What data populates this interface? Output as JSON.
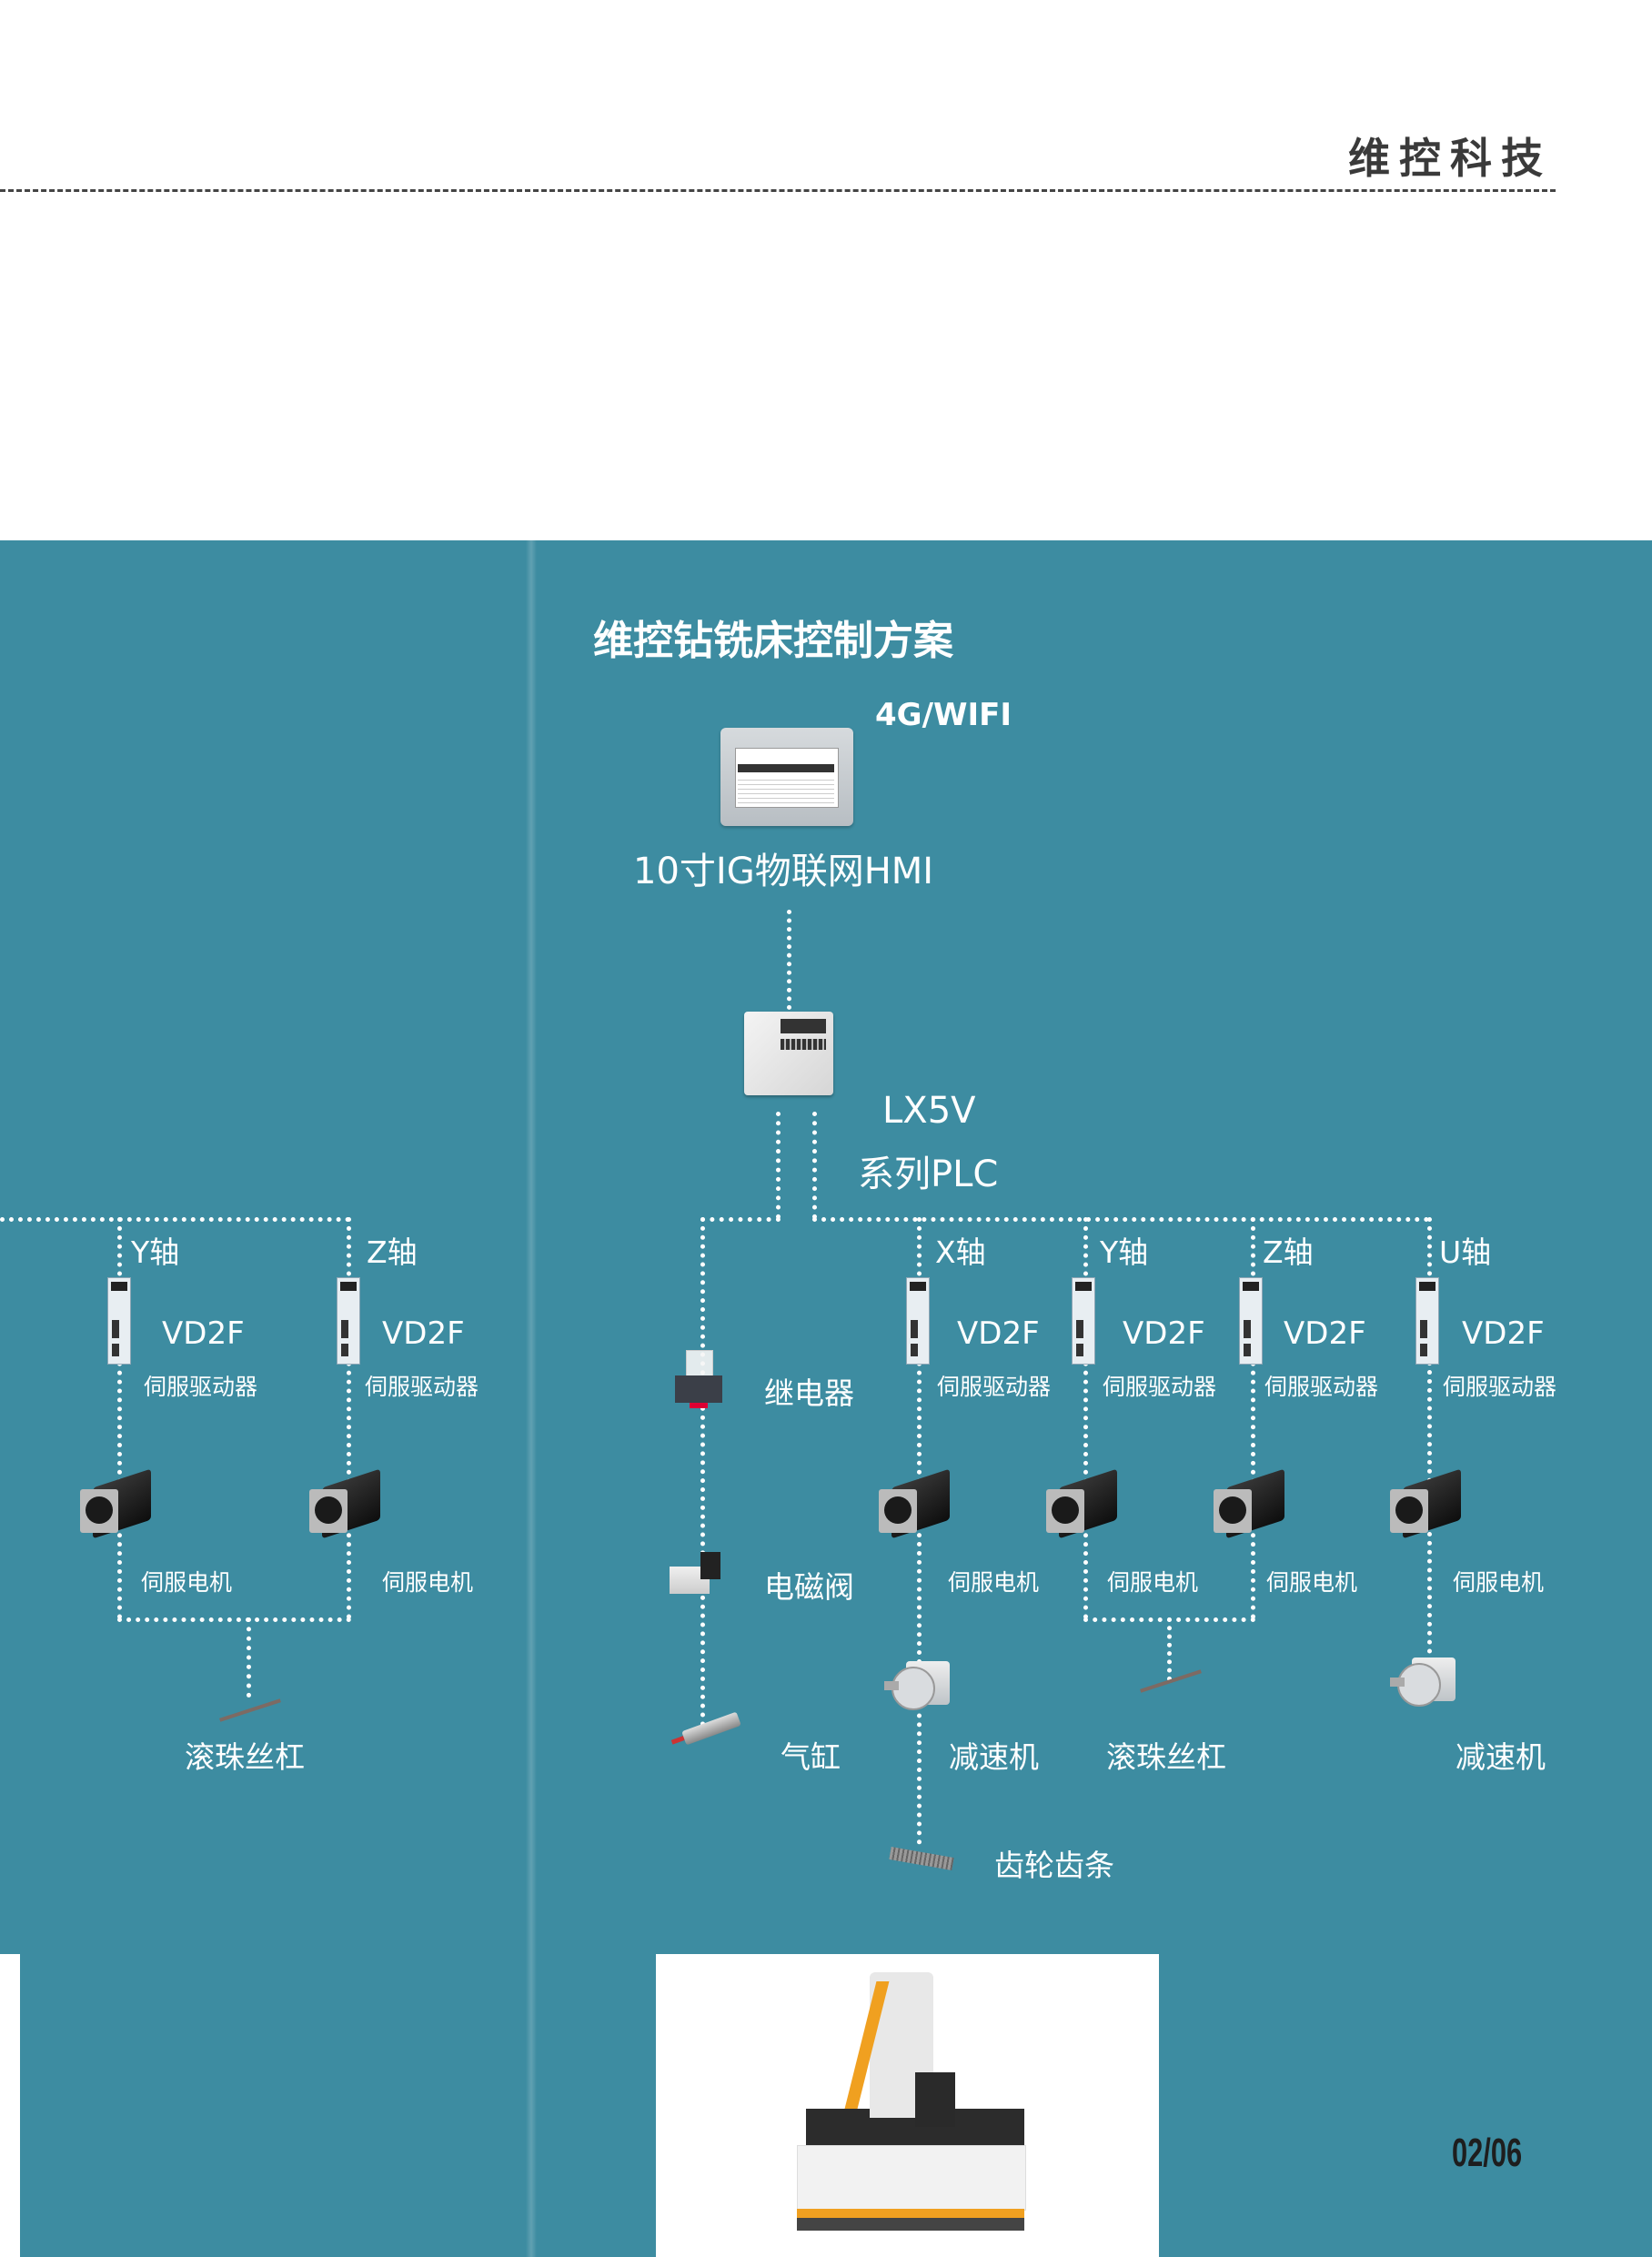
{
  "header": {
    "brand": "维控科技"
  },
  "diagram": {
    "title": "维控钻铣床控制方案",
    "hmi": {
      "connectivity": "4G/WIFI",
      "label": "10寸IG物联网HMI"
    },
    "plc": {
      "line1": "LX5V",
      "line2": "系列PLC"
    },
    "left_group": {
      "axes": [
        {
          "axis": "Y轴",
          "driver_model": "VD2F",
          "driver_label": "伺服驱动器",
          "motor_label": "伺服电机"
        },
        {
          "axis": "Z轴",
          "driver_model": "VD2F",
          "driver_label": "伺服驱动器",
          "motor_label": "伺服电机"
        }
      ],
      "output_label": "滚珠丝杠"
    },
    "io_branch": [
      {
        "label": "继电器",
        "icon": "relay-icon"
      },
      {
        "label": "电磁阀",
        "icon": "solenoid-valve-icon"
      },
      {
        "label": "气缸",
        "icon": "air-cylinder-icon"
      }
    ],
    "right_group": {
      "axes": [
        {
          "axis": "X轴",
          "driver_model": "VD2F",
          "driver_label": "伺服驱动器",
          "motor_label": "伺服电机"
        },
        {
          "axis": "Y轴",
          "driver_model": "VD2F",
          "driver_label": "伺服驱动器",
          "motor_label": "伺服电机"
        },
        {
          "axis": "Z轴",
          "driver_model": "VD2F",
          "driver_label": "伺服驱动器",
          "motor_label": "伺服电机"
        },
        {
          "axis": "U轴",
          "driver_model": "VD2F",
          "driver_label": "伺服驱动器",
          "motor_label": "伺服电机"
        }
      ],
      "x_outputs": [
        "减速机",
        "齿轮齿条"
      ],
      "yz_output": "滚珠丝杠",
      "u_output": "减速机"
    }
  },
  "footer": {
    "page_number": "02/06"
  },
  "colors": {
    "panel": "#3d8ca1",
    "accent_orange": "#f0a020",
    "brand_text": "#3a3a3a"
  }
}
